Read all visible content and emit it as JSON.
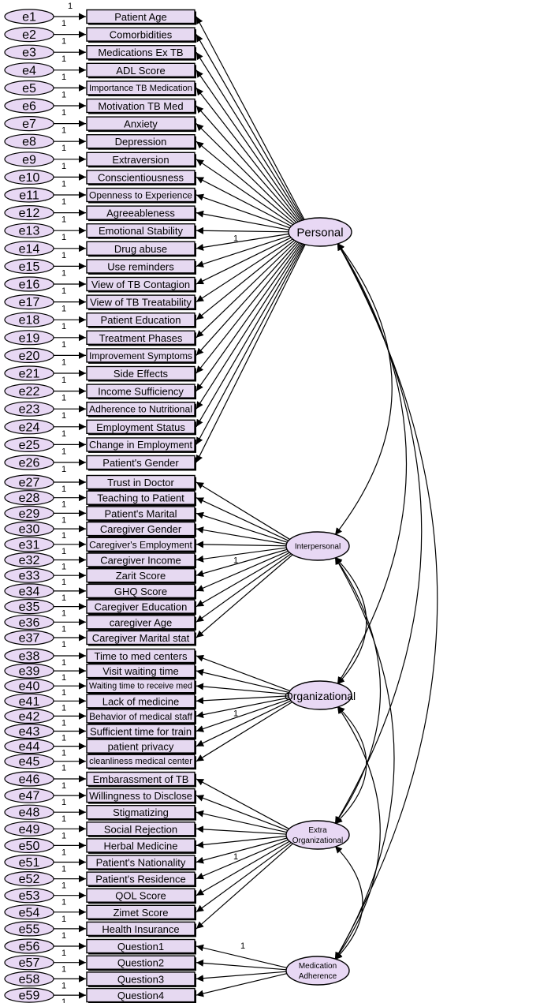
{
  "diagram": {
    "type": "structural equation model path diagram",
    "fixed_loading_label": "1",
    "factors": [
      {
        "name": "Personal",
        "indicators": [
          {
            "error": "e1",
            "label": "Patient Age"
          },
          {
            "error": "e2",
            "label": "Comorbidities"
          },
          {
            "error": "e3",
            "label": "Medications Ex TB"
          },
          {
            "error": "e4",
            "label": "ADL Score"
          },
          {
            "error": "e5",
            "label": "Importance  TB Medication"
          },
          {
            "error": "e6",
            "label": "Motivation TB Med"
          },
          {
            "error": "e7",
            "label": "Anxiety"
          },
          {
            "error": "e8",
            "label": "Depression"
          },
          {
            "error": "e9",
            "label": "Extraversion"
          },
          {
            "error": "e10",
            "label": "Conscientiousness"
          },
          {
            "error": "e11",
            "label": "Openness to Experience"
          },
          {
            "error": "e12",
            "label": "Agreeableness"
          },
          {
            "error": "e13",
            "label": "Emotional Stability"
          },
          {
            "error": "e14",
            "label": "Drug abuse"
          },
          {
            "error": "e15",
            "label": "Use reminders"
          },
          {
            "error": "e16",
            "label": "View of TB Contagion"
          },
          {
            "error": "e17",
            "label": "View of TB Treatability"
          },
          {
            "error": "e18",
            "label": "Patient Education"
          },
          {
            "error": "e19",
            "label": "Treatment Phases"
          },
          {
            "error": "e20",
            "label": "Improvement Symptoms"
          },
          {
            "error": "e21",
            "label": "Side Effects"
          },
          {
            "error": "e22",
            "label": "Income Sufficiency"
          },
          {
            "error": "e23",
            "label": "Adherence to Nutritional"
          },
          {
            "error": "e24",
            "label": "Employment Status"
          },
          {
            "error": "e25",
            "label": "Change in Employment"
          },
          {
            "error": "e26",
            "label": "Patient's Gender"
          }
        ]
      },
      {
        "name": "Interpersonal",
        "indicators": [
          {
            "error": "e27",
            "label": "Trust in Doctor"
          },
          {
            "error": "e28",
            "label": "Teaching to Patient"
          },
          {
            "error": "e29",
            "label": "Patient's Marital"
          },
          {
            "error": "e30",
            "label": "Caregiver Gender"
          },
          {
            "error": "e31",
            "label": "Caregiver's Employment"
          },
          {
            "error": "e32",
            "label": "Caregiver Income"
          },
          {
            "error": "e33",
            "label": "Zarit Score"
          },
          {
            "error": "e34",
            "label": "GHQ Score"
          },
          {
            "error": "e35",
            "label": "Caregiver Education"
          },
          {
            "error": "e36",
            "label": "caregiver Age"
          },
          {
            "error": "e37",
            "label": "Caregiver Marital stat"
          }
        ]
      },
      {
        "name": "Organizational",
        "indicators": [
          {
            "error": "e38",
            "label": "Time to med centers"
          },
          {
            "error": "e39",
            "label": "Visit waiting time"
          },
          {
            "error": "e40",
            "label": "Waiting time to receive med"
          },
          {
            "error": "e41",
            "label": "Lack of medicine"
          },
          {
            "error": "e42",
            "label": "Behavior of medical  staff"
          },
          {
            "error": "e43",
            "label": "Sufficient time for train"
          },
          {
            "error": "e44",
            "label": "patient privacy"
          },
          {
            "error": "e45",
            "label": "cleanliness medical center"
          }
        ]
      },
      {
        "name": "Extra Organizational",
        "indicators": [
          {
            "error": "e46",
            "label": "Embarassment of TB"
          },
          {
            "error": "e47",
            "label": "Willingness to Disclose"
          },
          {
            "error": "e48",
            "label": "Stigmatizing"
          },
          {
            "error": "e49",
            "label": "Social Rejection"
          },
          {
            "error": "e50",
            "label": "Herbal Medicine"
          },
          {
            "error": "e51",
            "label": "Patient's Nationality"
          },
          {
            "error": "e52",
            "label": "Patient's Residence"
          },
          {
            "error": "e53",
            "label": "QOL Score"
          },
          {
            "error": "e54",
            "label": "Zimet Score"
          },
          {
            "error": "e55",
            "label": "Health Insurance"
          }
        ]
      },
      {
        "name": "Medication Adherence",
        "indicators": [
          {
            "error": "e56",
            "label": "Question1"
          },
          {
            "error": "e57",
            "label": "Question2"
          },
          {
            "error": "e58",
            "label": "Question3"
          },
          {
            "error": "e59",
            "label": "Question4"
          }
        ]
      }
    ],
    "covariances": [
      [
        "Personal",
        "Interpersonal"
      ],
      [
        "Personal",
        "Organizational"
      ],
      [
        "Personal",
        "Extra Organizational"
      ],
      [
        "Personal",
        "Medication Adherence"
      ],
      [
        "Interpersonal",
        "Organizational"
      ],
      [
        "Interpersonal",
        "Extra Organizational"
      ],
      [
        "Interpersonal",
        "Medication Adherence"
      ],
      [
        "Organizational",
        "Extra Organizational"
      ],
      [
        "Organizational",
        "Medication Adherence"
      ],
      [
        "Extra Organizational",
        "Medication Adherence"
      ]
    ],
    "colors": {
      "node_fill": "#e6d9f1",
      "stroke": "#000000"
    }
  }
}
